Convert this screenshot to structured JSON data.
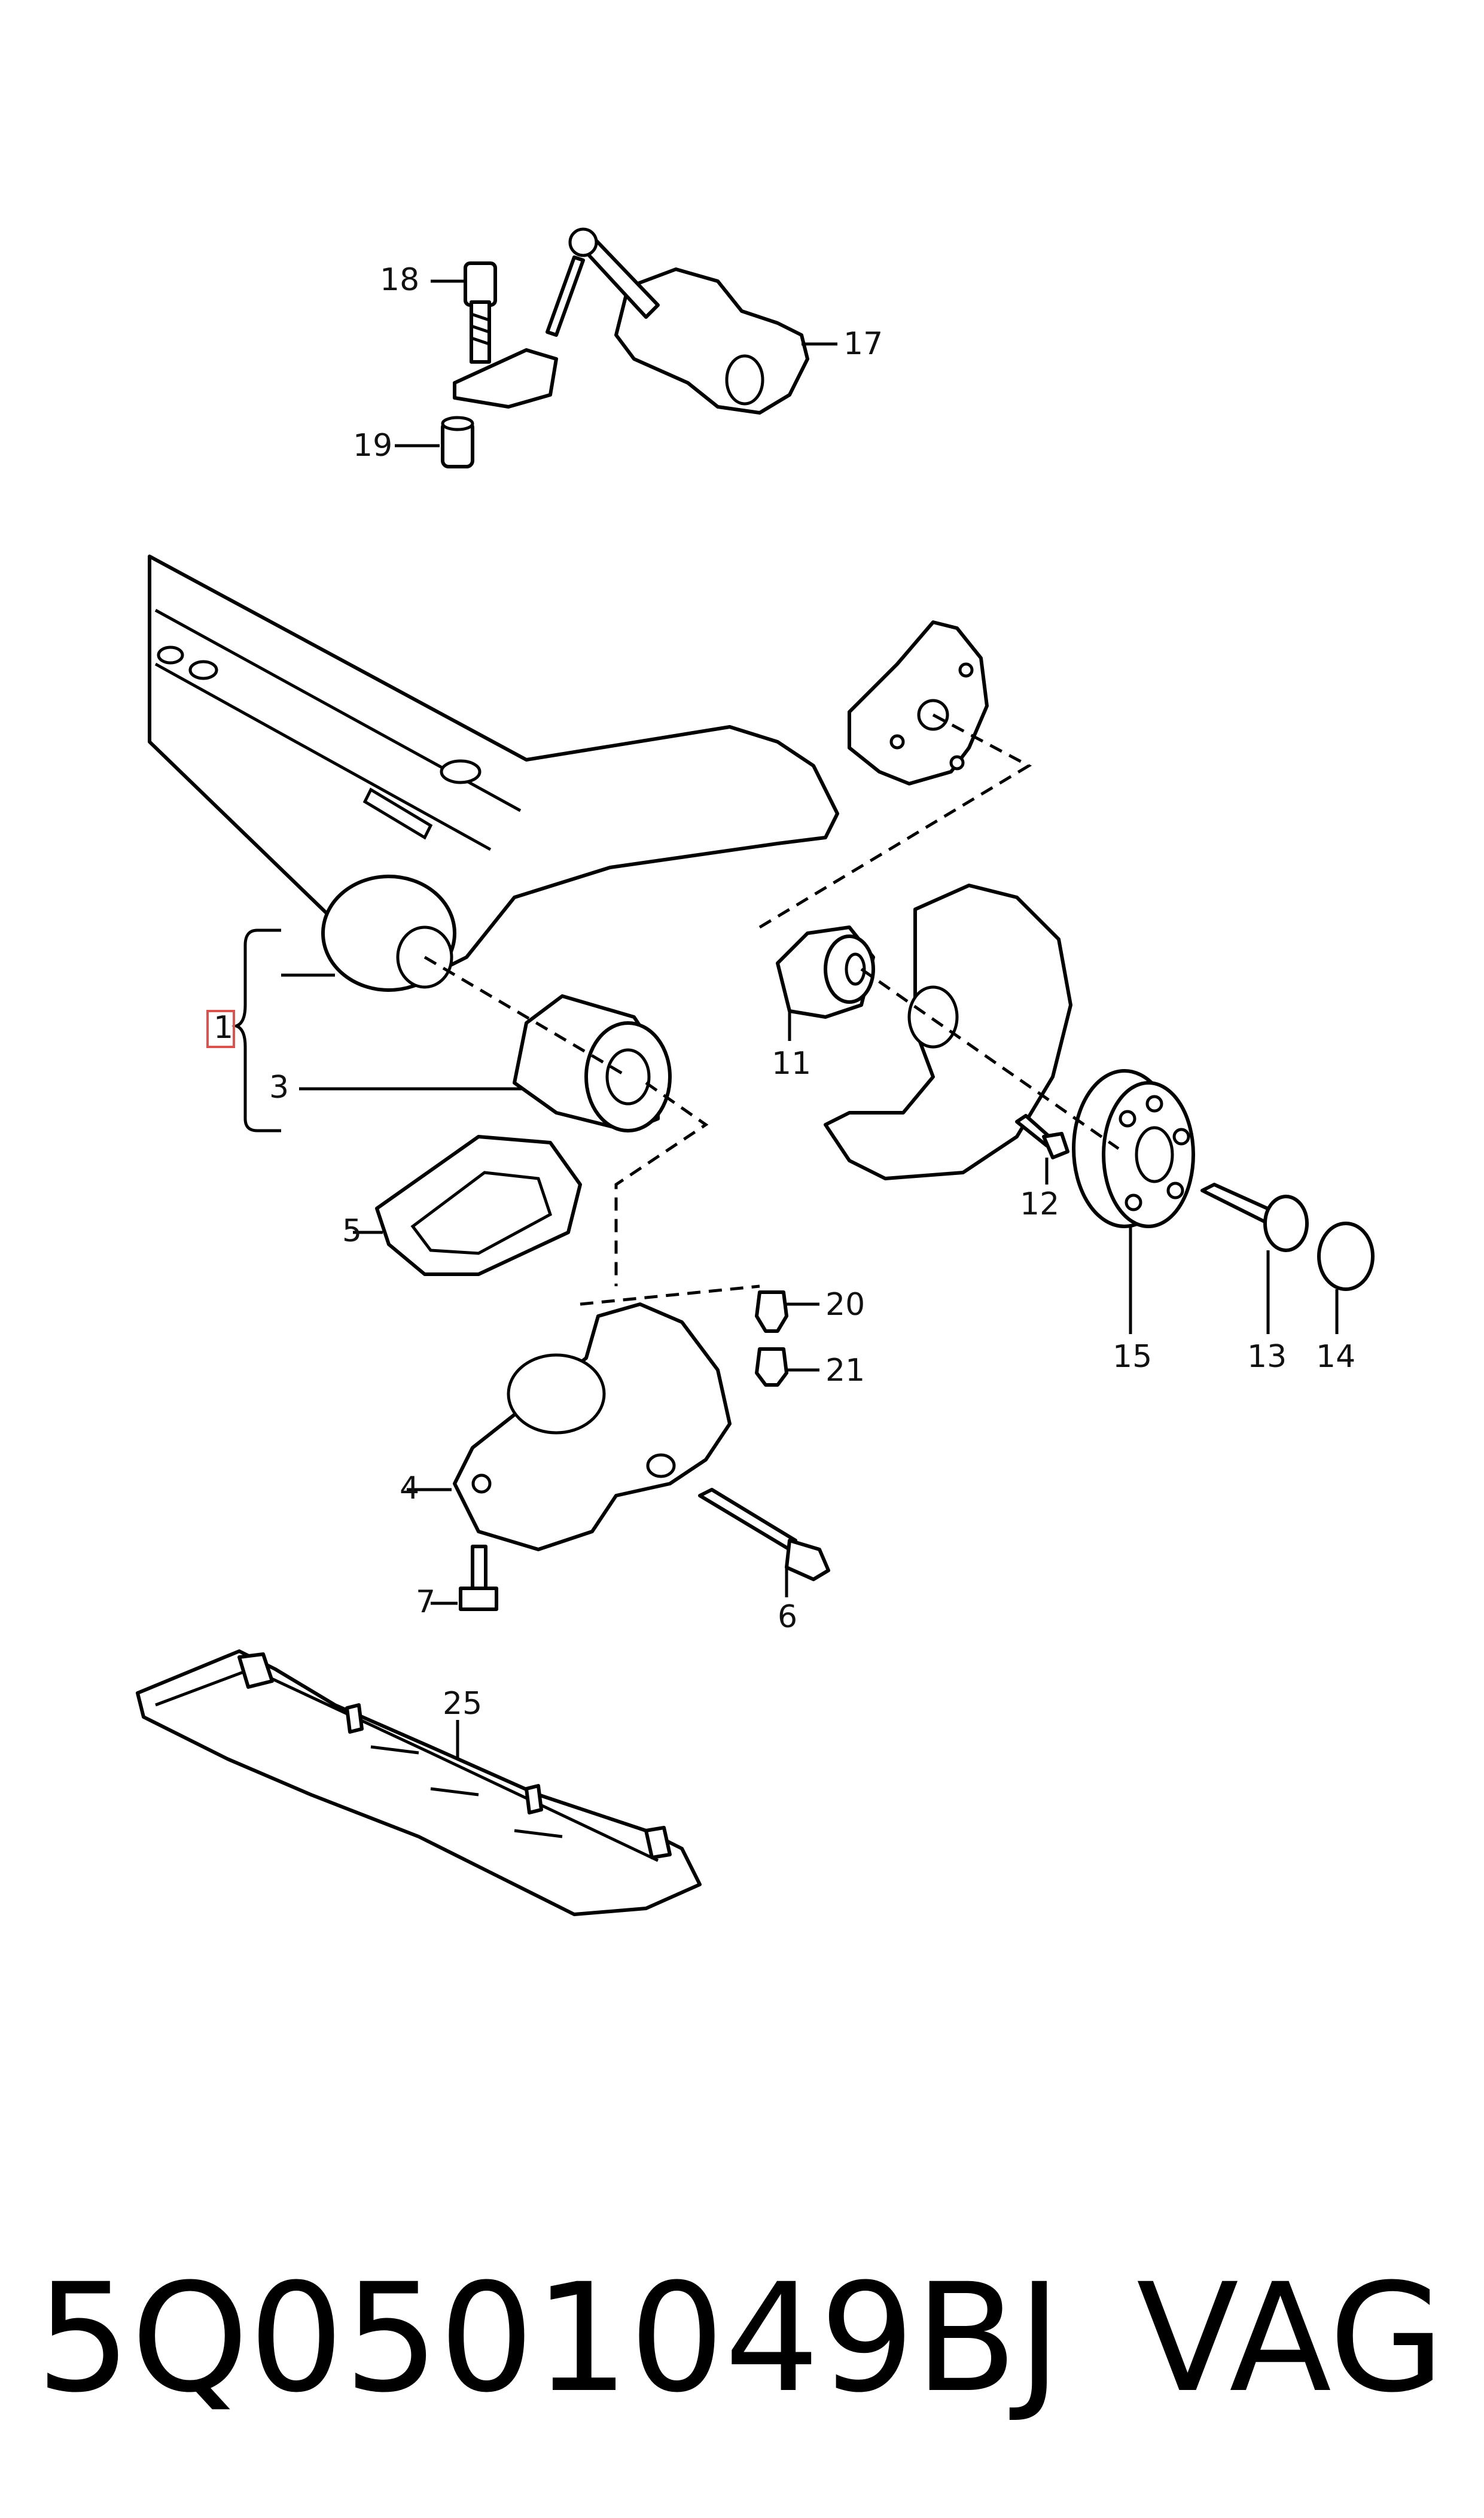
{
  "callouts": {
    "c1": "1",
    "c3": "3",
    "c4": "4",
    "c5": "5",
    "c6": "6",
    "c7": "7",
    "c11": "11",
    "c12": "12",
    "c13": "13",
    "c14": "14",
    "c15": "15",
    "c17": "17",
    "c18": "18",
    "c19": "19",
    "c20": "20",
    "c21": "21",
    "c25": "25"
  },
  "highlight_color": "#d9534f",
  "footer": {
    "part_number": "5Q0501049BJ",
    "brand": "VAG"
  }
}
